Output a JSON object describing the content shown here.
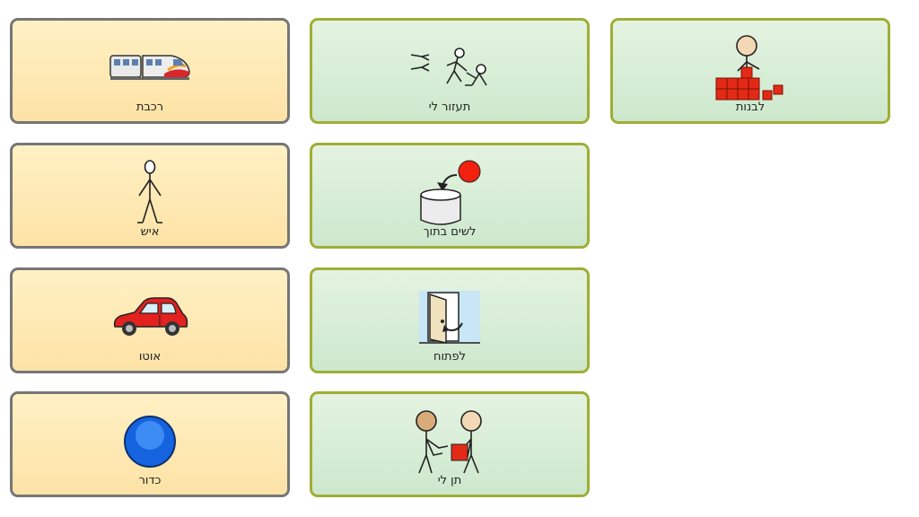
{
  "board": {
    "nouns": [
      {
        "id": "train",
        "label": "רכבת",
        "icon": "train-icon"
      },
      {
        "id": "man",
        "label": "איש",
        "icon": "man-icon"
      },
      {
        "id": "car",
        "label": "אוטו",
        "icon": "car-icon"
      },
      {
        "id": "ball",
        "label": "כדור",
        "icon": "ball-icon"
      }
    ],
    "verbs": [
      {
        "id": "help-me",
        "label": "תעזור לי",
        "icon": "help-icon"
      },
      {
        "id": "put-in",
        "label": "לשים בתוך",
        "icon": "put-in-icon"
      },
      {
        "id": "open",
        "label": "לפתוח",
        "icon": "open-door-icon"
      },
      {
        "id": "give-me",
        "label": "תן לי",
        "icon": "give-icon"
      },
      {
        "id": "build",
        "label": "לבנות",
        "icon": "build-blocks-icon"
      }
    ]
  },
  "colors": {
    "noun_border": "#767676",
    "verb_border": "#9fae36",
    "noun_bg": "#fde2a6",
    "verb_bg": "#cde8cd"
  }
}
